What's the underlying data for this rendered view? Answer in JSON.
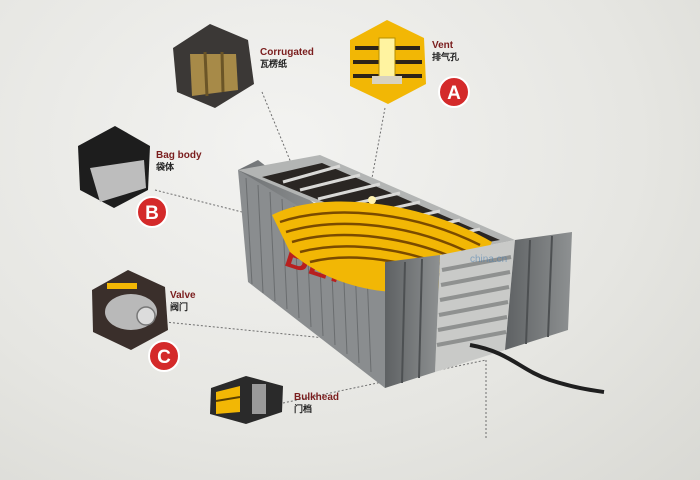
{
  "callouts": [
    {
      "key": "corrugated",
      "en": "Corrugated",
      "zh": "瓦楞纸",
      "badge": ""
    },
    {
      "key": "vent",
      "en": "Vent",
      "zh": "排气孔",
      "badge": "A"
    },
    {
      "key": "bag",
      "en": "Bag body",
      "zh": "袋体",
      "badge": "B"
    },
    {
      "key": "valve",
      "en": "Valve",
      "zh": "阀门",
      "badge": "C"
    },
    {
      "key": "bulkhead",
      "en": "Bulkhead",
      "zh": "门档",
      "badge": ""
    }
  ],
  "watermark": "china.cn",
  "container_brand": "BLT",
  "colors": {
    "badge_red": "#d42a2a",
    "bag_yellow": "#f2b705",
    "steel": "#8b8e90",
    "label_red": "#7a1d1d"
  },
  "icons": [
    "corrugated-thumb-icon",
    "vent-thumb-icon",
    "bag-thumb-icon",
    "valve-thumb-icon",
    "bulkhead-thumb-icon"
  ]
}
